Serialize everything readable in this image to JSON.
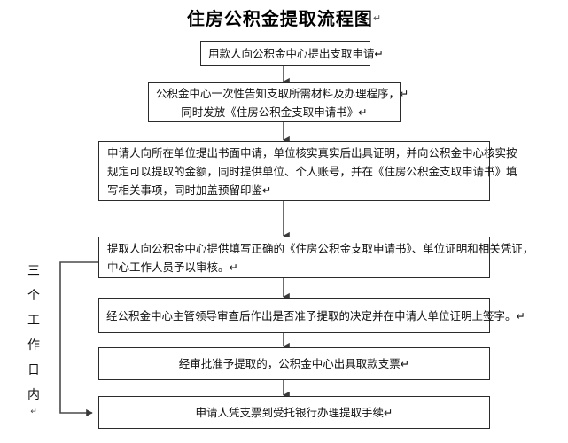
{
  "document": {
    "title": "住房公积金提取流程图",
    "title_mark": "↵"
  },
  "flow": {
    "paragraph_mark": "↵",
    "nodes": [
      {
        "id": "node-1",
        "name": "step-apply-to-fund-center",
        "align": "center",
        "lines": [
          "用款人向公积金中心提出支取申请↵"
        ]
      },
      {
        "id": "node-2",
        "name": "step-center-notifies-materials",
        "align": "center",
        "lines": [
          "公积金中心一次性告知支取所需材料及办理程序，↵",
          "同时发放《住房公积金支取申请书》↵"
        ]
      },
      {
        "id": "node-3",
        "name": "step-written-application-to-employer",
        "align": "justify",
        "lines": [
          "申请人向所在单位提出书面申请，单位核实真实后出具证明，并向公积金中心核实按",
          "规定可以提取的金额，同时提供单位、个人账号，并在《住房公积金支取申请书》填",
          "写相关事项，同时加盖预留印鉴↵"
        ]
      },
      {
        "id": "node-4",
        "name": "step-submit-documents-for-review",
        "align": "justify",
        "lines": [
          "提取人向公积金中心提供填写正确的《住房公积金支取申请书》、单位证明和相关凭证，",
          "中心工作人员予以审核。↵"
        ]
      },
      {
        "id": "node-5",
        "name": "step-leader-approval-and-signature",
        "align": "center",
        "lines": [
          "经公积金中心主管领导审查后作出是否准予提取的决定并在申请人单位证明上签字。↵"
        ]
      },
      {
        "id": "node-6",
        "name": "step-issue-withdrawal-cheque",
        "align": "center",
        "lines": [
          "经审批准予提取的，公积金中心出具取款支票↵"
        ]
      },
      {
        "id": "node-7",
        "name": "step-withdraw-at-entrusted-bank",
        "align": "center",
        "lines": [
          "申请人凭支票到受托银行办理提取手续↵"
        ]
      }
    ],
    "side_label": {
      "name": "three-working-days-label",
      "characters": [
        "三",
        "个",
        "工",
        "作",
        "日",
        "内"
      ],
      "mark": "↵"
    }
  },
  "style": {
    "box_border_color": "#2b2b2b",
    "connector_color": "#4a4a4a",
    "background": "#ffffff",
    "text_color": "#111111"
  }
}
